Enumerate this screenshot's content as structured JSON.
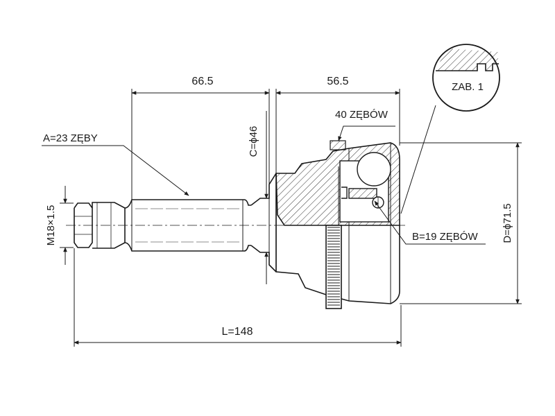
{
  "labels": {
    "dim_top_left": "66.5",
    "dim_top_right": "56.5",
    "zab_label": "ZAB. 1",
    "splines_40": "40 ZĘBÓW",
    "a_label": "A=23 ZĘBY",
    "c_label": "C=ϕ46",
    "thread_label": "M18×1.5",
    "b_label": "B=19 ZĘBÓW",
    "d_label": "D=ϕ71.5",
    "l_label": "L=148"
  },
  "colors": {
    "line": "#1a1a1a",
    "background": "#ffffff"
  }
}
